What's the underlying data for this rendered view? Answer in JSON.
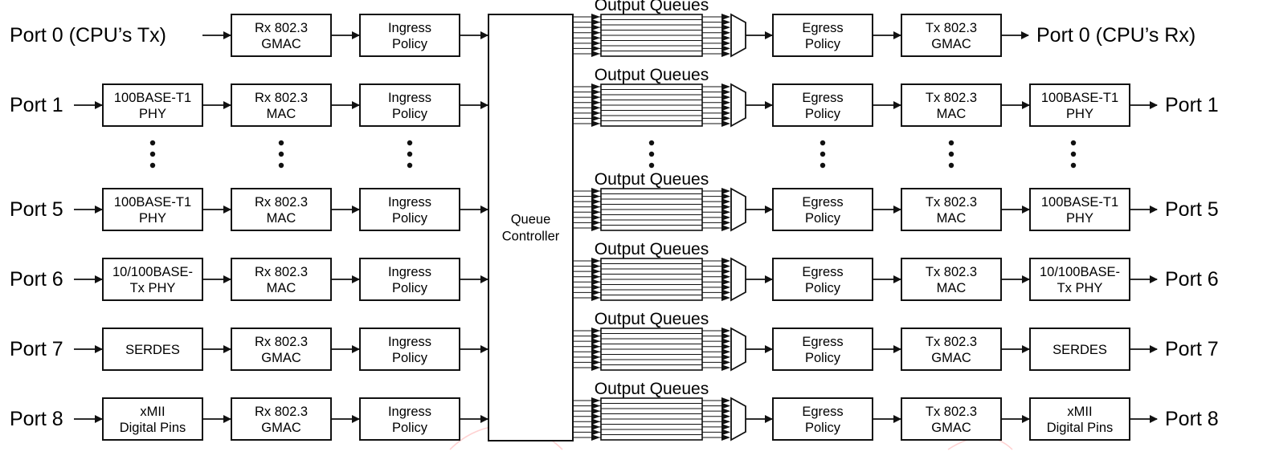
{
  "diagram": {
    "queue_controller": "Queue\nController",
    "output_queues_label": "Output Queues",
    "rows": [
      {
        "id": "p0",
        "in_port": "Port 0 (CPU’s Tx)",
        "in_phy": "",
        "rx_mac": "Rx 802.3\nGMAC",
        "ingress": "Ingress\nPolicy",
        "egress": "Egress\nPolicy",
        "tx_mac": "Tx 802.3\nGMAC",
        "out_phy": "",
        "out_port": "Port 0 (CPU’s Rx)"
      },
      {
        "id": "p1",
        "in_port": "Port 1",
        "in_phy": "100BASE-T1\nPHY",
        "rx_mac": "Rx 802.3\nMAC",
        "ingress": "Ingress\nPolicy",
        "egress": "Egress\nPolicy",
        "tx_mac": "Tx 802.3\nMAC",
        "out_phy": "100BASE-T1\nPHY",
        "out_port": "Port 1"
      },
      {
        "id": "p5",
        "in_port": "Port 5",
        "in_phy": "100BASE-T1\nPHY",
        "rx_mac": "Rx 802.3\nMAC",
        "ingress": "Ingress\nPolicy",
        "egress": "Egress\nPolicy",
        "tx_mac": "Tx 802.3\nMAC",
        "out_phy": "100BASE-T1\nPHY",
        "out_port": "Port 5"
      },
      {
        "id": "p6",
        "in_port": "Port 6",
        "in_phy": "10/100BASE-\nTx PHY",
        "rx_mac": "Rx 802.3\nMAC",
        "ingress": "Ingress\nPolicy",
        "egress": "Egress\nPolicy",
        "tx_mac": "Tx 802.3\nMAC",
        "out_phy": "10/100BASE-\nTx PHY",
        "out_port": "Port 6"
      },
      {
        "id": "p7",
        "in_port": "Port 7",
        "in_phy": "SERDES",
        "rx_mac": "Rx 802.3\nGMAC",
        "ingress": "Ingress\nPolicy",
        "egress": "Egress\nPolicy",
        "tx_mac": "Tx 802.3\nGMAC",
        "out_phy": "SERDES",
        "out_port": "Port 7"
      },
      {
        "id": "p8",
        "in_port": "Port 8",
        "in_phy": "xMII\nDigital Pins",
        "rx_mac": "Rx 802.3\nGMAC",
        "ingress": "Ingress\nPolicy",
        "egress": "Egress\nPolicy",
        "tx_mac": "Tx 802.3\nGMAC",
        "out_phy": "xMII\nDigital Pins",
        "out_port": "Port 8"
      }
    ]
  }
}
